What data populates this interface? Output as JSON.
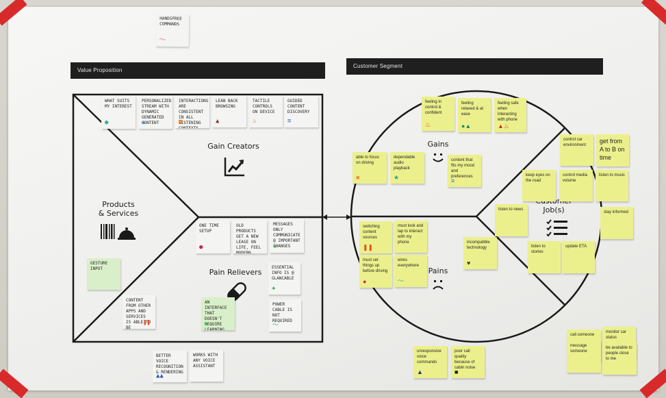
{
  "headers": {
    "value_proposition": "Value Proposition",
    "customer_segment": "Customer Segment"
  },
  "sections": {
    "gain_creators": "Gain Creators",
    "products_services": "Products\n& Services",
    "pain_relievers": "Pain Relievers",
    "gains": "Gains",
    "pains": "Pains",
    "customer_jobs": "Customer\nJob(s)"
  },
  "notes": {
    "handsfree": "HANDSFREE COMMANDS",
    "gc1": "WHAT SUITS MY INTEREST",
    "gc2": "PERSONALIZED STREAM WITH DYNAMIC GENERATED CONTENT",
    "gc3": "INTERACTIONS ARE CONSISTENT IN ALL LISTENING CONTEXTS",
    "gc4": "LEAN BACK BROWSING",
    "gc5": "TACTILE CONTROLS ON DEVICE",
    "gc6": "GUIDED CONTENT DISCOVERY",
    "gesture": "GESTURE INPUT",
    "pr1": "ONE TIME SETUP",
    "pr2": "OLD PRODUCTS GET A NEW LEASE ON LIFE, FEEL MODERN",
    "pr3": "MESSAGES ONLY COMMUNICATE @ IMPORTANT CHANGES",
    "pr4": "ESSENTIAL INFO IS @ GLANCABLE",
    "pr5": "AN INTERFACE THAT DOESN'T REQUIRE LEARNING",
    "pr6": "POWER CABLE IS NOT REQUIRED",
    "pr7": "CONTENT FROM OTHER APPS AND SERVICES IS ABLE TO BE CONTROLLED FROM SINGLE APP",
    "b1": "BETTER VOICE RECOGNITION & RENDERING",
    "b2": "WORKS WITH ANY VOICE ASSISTANT",
    "g1": "feeling in control & confident",
    "g2": "feeling relaxed & at ease",
    "g3": "feeling safe when interacting with phone",
    "g4": "able to focus on driving",
    "g5": "dependable audio playback",
    "g6": "content that fits my mood and preferences",
    "p1": "switching content sources",
    "p2": "must look and tap to interact with my phone",
    "p3": "must set things up before driving",
    "p4": "wires everywhere",
    "p5": "incompatible technology",
    "j1": "control car environment",
    "j2": "get from A to B on time",
    "j3": "keep eyes on the road",
    "j4": "control media volume",
    "j5": "listen to music",
    "j6": "listen to news",
    "j7": "stay informed",
    "j8": "listen to stories",
    "j9": "update ETA",
    "u1": "unresponsive voice commands",
    "u2": "poor call quality because of cabin noise",
    "c1": "call someone",
    "c2": "monitor car status",
    "c3": "message someone",
    "c4": "be available to people close to me"
  },
  "colors": {
    "poster": "#f3f3f1",
    "header_bar": "#1f1f1f",
    "tape": "#d82a2a",
    "sticky_yellow": "#ecf08c",
    "sticky_white": "#f4f4f2",
    "sticky_green": "#d9efc9"
  }
}
